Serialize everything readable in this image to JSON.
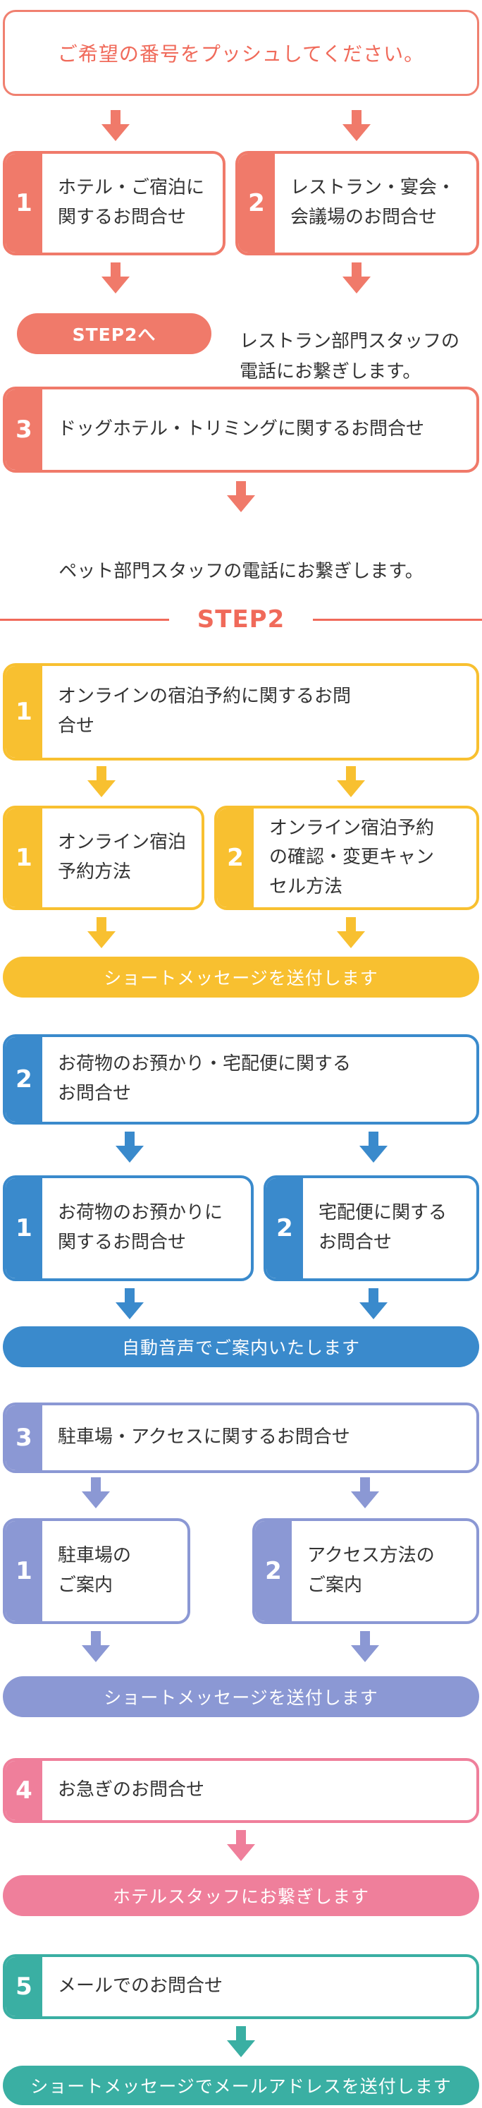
{
  "intro": "ご希望の番号をプッシュしてください。",
  "step1": {
    "hotel": {
      "num": "1",
      "label": "ホテル・ご宿泊に\n関するお問合せ"
    },
    "restaurant": {
      "num": "2",
      "label": "レストラン・宴会・\n会議場のお問合せ"
    },
    "goto_step2": "STEP2へ",
    "restaurant_result": "レストラン部門スタッフの\n電話にお繋ぎします。",
    "dog": {
      "num": "3",
      "label": "ドッグホテル・トリミングに関するお問合せ"
    },
    "dog_result": "ペット部門スタッフの電話にお繋ぎします。"
  },
  "step2_title": "STEP2",
  "online": {
    "num": "1",
    "label": "オンラインの宿泊予約に関するお問\n合せ",
    "sub1": {
      "num": "1",
      "label": "オンライン宿泊\n予約方法"
    },
    "sub2": {
      "num": "2",
      "label": "オンライン宿泊予約\nの確認・変更キャン\nセル方法"
    },
    "result": "ショートメッセージを送付します"
  },
  "luggage": {
    "num": "2",
    "label": "お荷物のお預かり・宅配便に関する\nお問合せ",
    "sub1": {
      "num": "1",
      "label": "お荷物のお預かりに\n関するお問合せ"
    },
    "sub2": {
      "num": "2",
      "label": "宅配便に関する\nお問合せ"
    },
    "result": "自動音声でご案内いたします"
  },
  "parking": {
    "num": "3",
    "label": "駐車場・アクセスに関するお問合せ",
    "sub1": {
      "num": "1",
      "label": "駐車場の\nご案内"
    },
    "sub2": {
      "num": "2",
      "label": "アクセス方法の\nご案内"
    },
    "result": "ショートメッセージを送付します"
  },
  "urgent": {
    "num": "4",
    "label": "お急ぎのお問合せ",
    "result": "ホテルスタッフにお繋ぎします"
  },
  "mail": {
    "num": "5",
    "label": "メールでのお問合せ",
    "result": "ショートメッセージでメールアドレスを送付します"
  },
  "colors": {
    "orange": "#f07a6a",
    "yellow": "#f8c030",
    "blue": "#3a8acc",
    "lavender": "#8b98d4",
    "pink": "#ef7f9b",
    "teal": "#3aafa3"
  }
}
